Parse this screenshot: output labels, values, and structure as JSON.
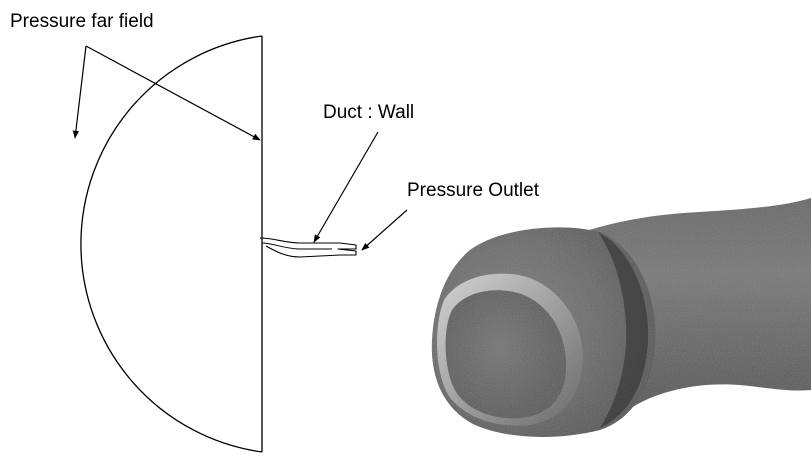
{
  "labels": {
    "pressure_far_field": "Pressure far field",
    "duct_wall": "Duct :  Wall",
    "pressure_outlet": "Pressure Outlet"
  },
  "colors": {
    "line": "#000000",
    "mesh_dark": "#2e2e2e",
    "mesh_mid": "#6d6d6d",
    "mesh_light": "#c9c9c9"
  }
}
